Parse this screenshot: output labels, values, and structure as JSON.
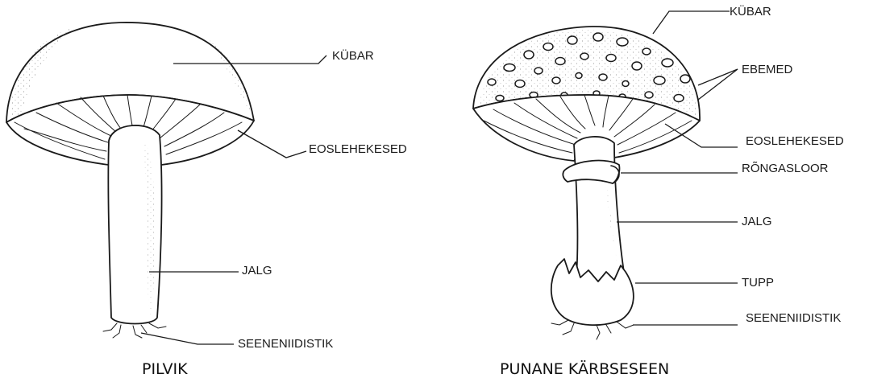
{
  "left_mushroom": {
    "caption": "PILVIK",
    "labels": {
      "cap": "KÜBAR",
      "gills": "EOSLEHEKESED",
      "stem": "JALG",
      "mycelium": "SEENENIIDISTIK"
    }
  },
  "right_mushroom": {
    "caption": "PUNANE KÄRBSESEEN",
    "labels": {
      "cap": "KÜBAR",
      "warts": "EBEMED",
      "gills": "EOSLEHEKESED",
      "ring": "RÕNGASLOOR",
      "stem": "JALG",
      "volva": "TUPP",
      "mycelium": "SEENENIIDISTIK"
    }
  },
  "colors": {
    "ink": "#1a1a1a",
    "background": "#ffffff"
  }
}
